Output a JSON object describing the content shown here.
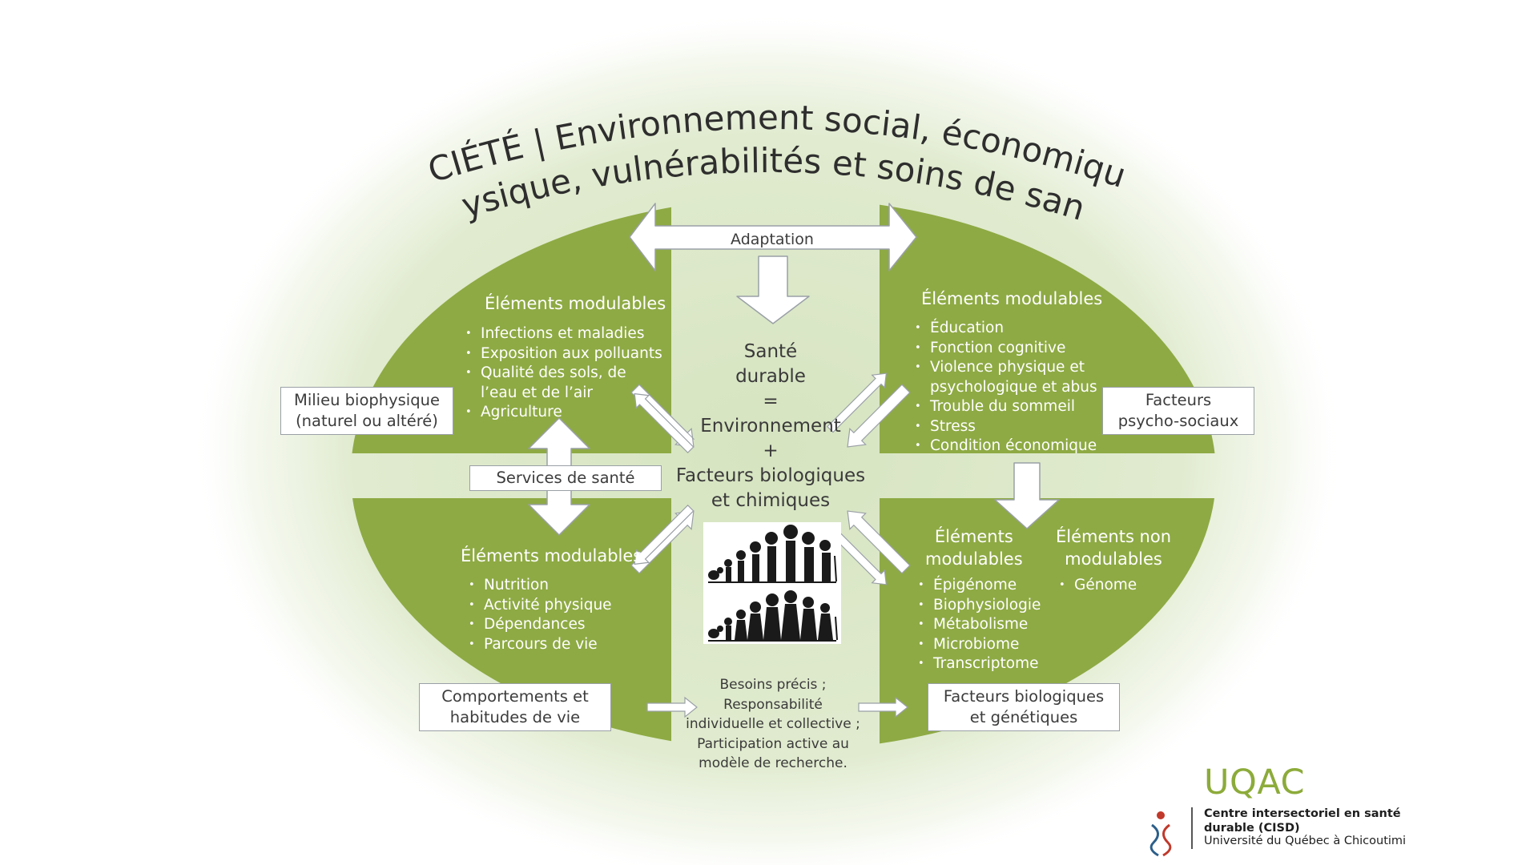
{
  "title": {
    "line1": "SOCIÉTÉ | Environnement social, économique,",
    "line2": "physique, vulnérabilités et soins de santé"
  },
  "colors": {
    "quadrant_green": "#8eaa44",
    "halo_green": "#d6e4c0",
    "logo_green": "#8cab3a"
  },
  "adaptation_label": "Adaptation",
  "services_label": "Services de santé",
  "center": {
    "line1": "Santé",
    "line2": "durable",
    "line3": "=",
    "line4": "Environnement",
    "line5": "+",
    "line6": "Facteurs biologiques",
    "line7": "et chimiques"
  },
  "top_left": {
    "title": "Éléments modulables",
    "items": [
      "Infections et maladies",
      "Exposition aux polluants",
      "Qualité des sols, de l’eau et de l’air",
      "Agriculture"
    ]
  },
  "top_right": {
    "title": "Éléments modulables",
    "items": [
      "Éducation",
      "Fonction cognitive",
      "Violence physique et psychologique et abus",
      "Trouble du sommeil",
      "Stress",
      "Condition économique"
    ]
  },
  "bottom_left": {
    "title": "Éléments modulables",
    "items": [
      "Nutrition",
      "Activité physique",
      "Dépendances",
      "Parcours de vie"
    ]
  },
  "bottom_right": {
    "mod_title_1": "Éléments",
    "mod_title_2": "modulables",
    "mod_items": [
      "Épigénome",
      "Biophysiologie",
      "Métabolisme",
      "Microbiome",
      "Transcriptome"
    ],
    "nonmod_title_1": "Éléments non",
    "nonmod_title_2": "modulables",
    "nonmod_items": [
      "Génome"
    ]
  },
  "boxes": {
    "milieu_1": "Milieu biophysique",
    "milieu_2": "(naturel ou altéré)",
    "facteurs_psy_1": "Facteurs",
    "facteurs_psy_2": "psycho-sociaux",
    "comportements_1": "Comportements et",
    "comportements_2": "habitudes de vie",
    "facteurs_bio_1": "Facteurs biologiques",
    "facteurs_bio_2": "et génétiques"
  },
  "bottom_center": {
    "line1": "Besoins précis ;",
    "line2": "Responsabilité",
    "line3": "individuelle et collective ;",
    "line4": "Participation active au",
    "line5": "modèle de recherche."
  },
  "logo": {
    "name": "UQAC",
    "cisd_line1": "Centre intersectoriel en santé",
    "cisd_line2": "durable (CISD)",
    "university": "Université du Québec à Chicoutimi"
  }
}
